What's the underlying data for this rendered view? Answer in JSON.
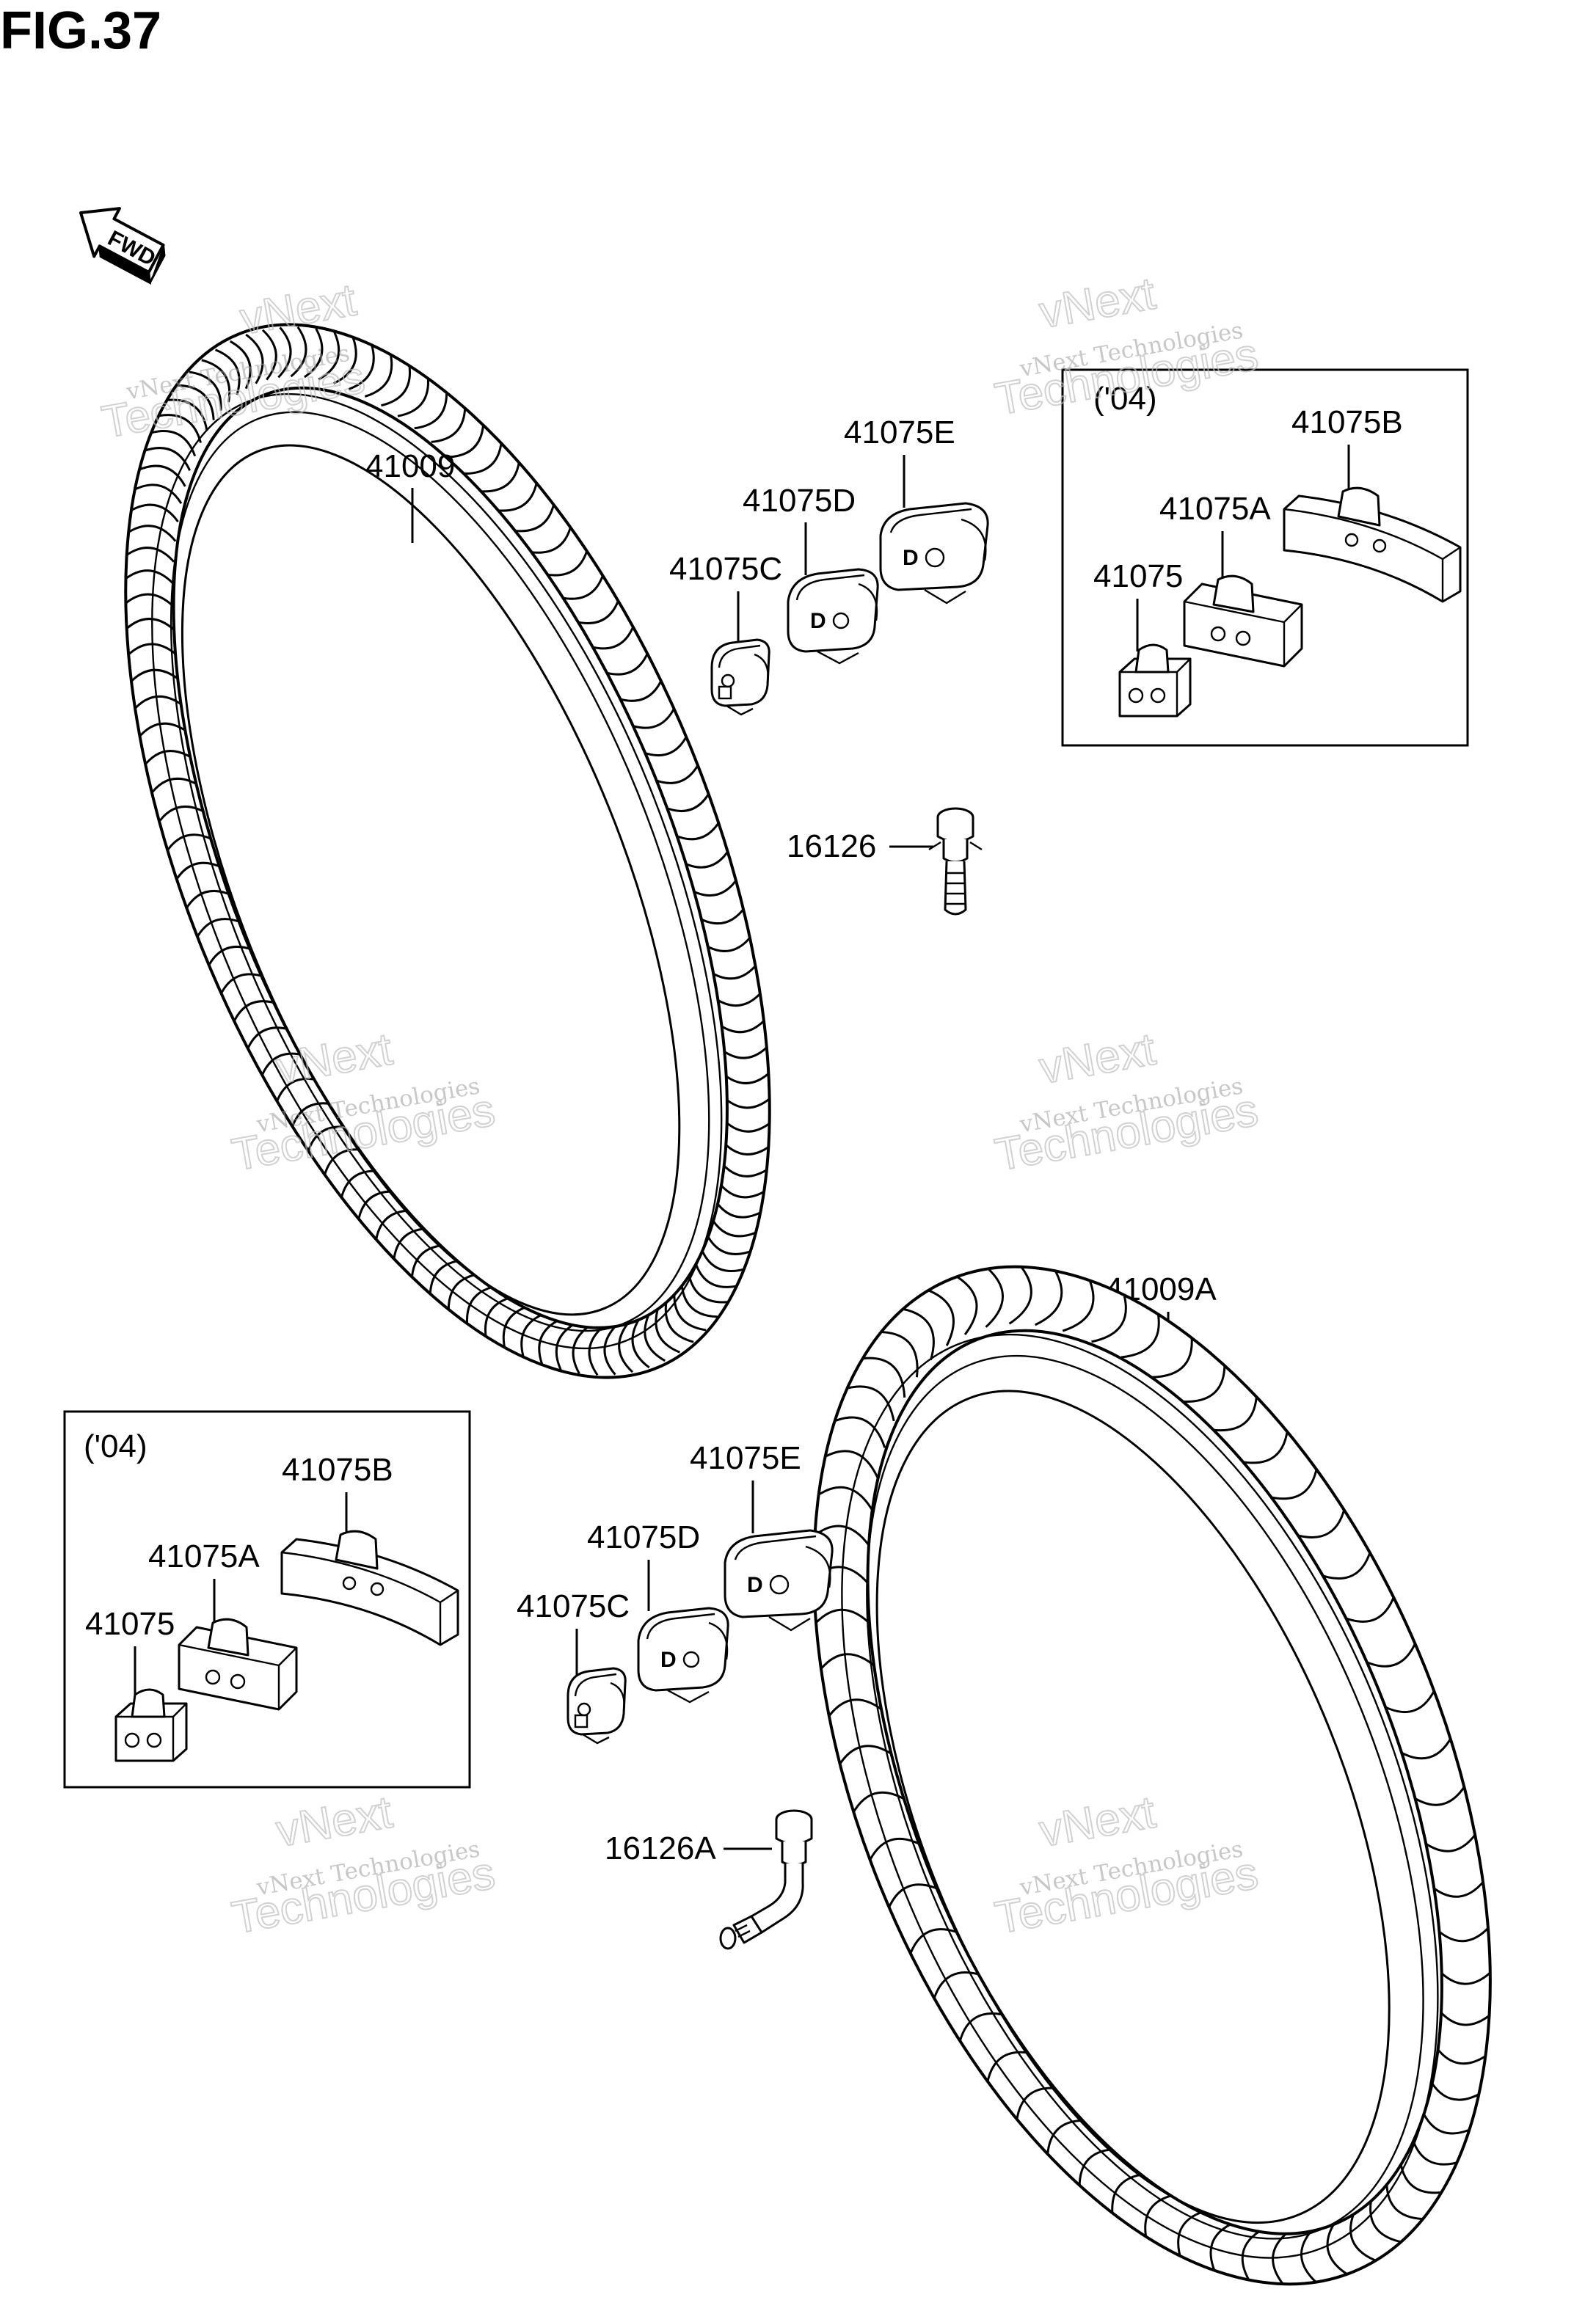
{
  "figure": {
    "title": "FIG.37",
    "fwd_label": "FWD"
  },
  "watermark": {
    "line1": "vNext Technologies",
    "line2": "vNext",
    "line3": "Technologies"
  },
  "front": {
    "tire": "41009",
    "valve": "16126",
    "weights": {
      "c": "41075C",
      "d": "41075D",
      "e": "41075E"
    },
    "box": {
      "year": "('04)",
      "w0": "41075",
      "wa": "41075A",
      "wb": "41075B"
    }
  },
  "rear": {
    "tire": "41009A",
    "valve": "16126A",
    "weights": {
      "c": "41075C",
      "d": "41075D",
      "e": "41075E"
    },
    "box": {
      "year": "('04)",
      "w0": "41075",
      "wa": "41075A",
      "wb": "41075B"
    }
  }
}
